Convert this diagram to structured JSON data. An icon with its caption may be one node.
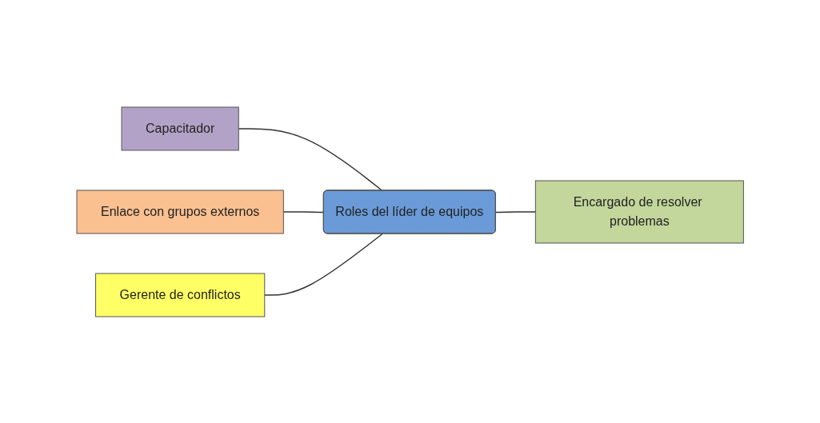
{
  "diagram": {
    "nodes": [
      {
        "text": [
          "Capacitador"
        ]
      },
      {
        "text": [
          "Enlace con grupos externos"
        ]
      },
      {
        "text": [
          "Gerente de conflictos"
        ]
      },
      {
        "text": [
          "Roles del líder de equipos"
        ]
      },
      {
        "text": [
          "Encargado de resolver problemas"
        ]
      }
    ],
    "edges": [
      {
        "from": 0,
        "to": 3,
        "arrow": "none"
      },
      {
        "from": 1,
        "to": 3,
        "arrow": "none"
      },
      {
        "from": 2,
        "to": 3,
        "arrow": "none"
      },
      {
        "from": 3,
        "to": 4,
        "arrow": "none"
      }
    ]
  }
}
